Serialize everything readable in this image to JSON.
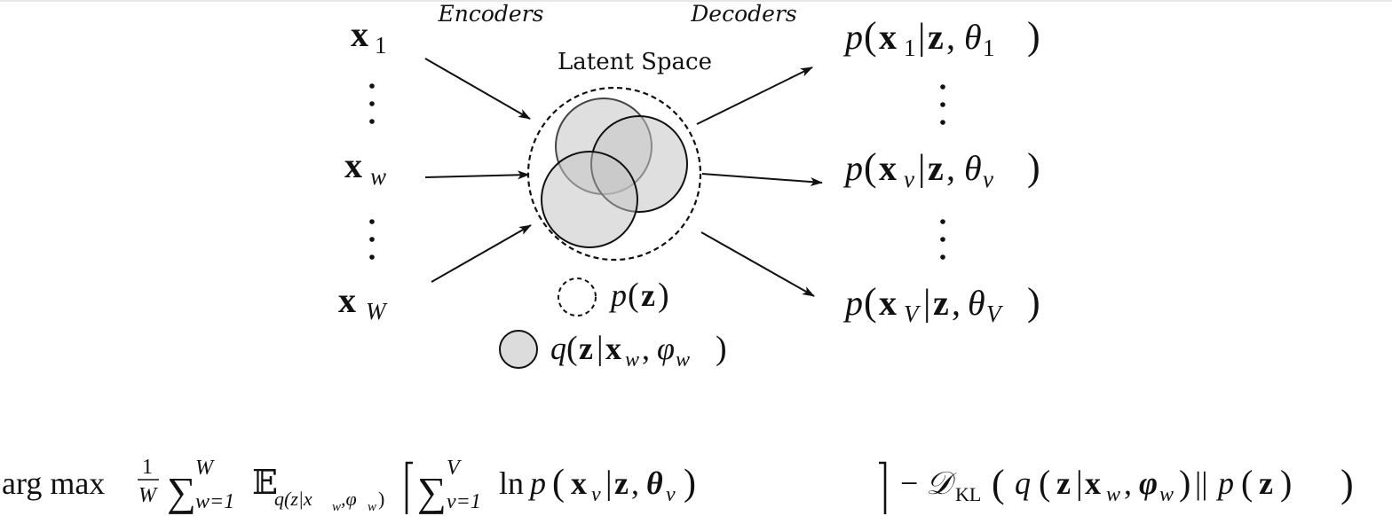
{
  "labels": {
    "encoders": "Encoders",
    "decoders": "Decoders",
    "latent_space": "Latent Space"
  },
  "inputs": [
    {
      "var": "x",
      "sub": "1"
    },
    {
      "var": "x",
      "sub": "w"
    },
    {
      "var": "x",
      "sub": "W"
    }
  ],
  "outputs": [
    {
      "p": "p",
      "var": "x",
      "sub": "1",
      "z": "z",
      "theta": "θ",
      "tsub": "1"
    },
    {
      "p": "p",
      "var": "x",
      "sub": "v",
      "z": "z",
      "theta": "θ",
      "tsub": "v"
    },
    {
      "p": "p",
      "var": "x",
      "sub": "V",
      "z": "z",
      "theta": "θ",
      "tsub": "V"
    }
  ],
  "legend": {
    "prior": {
      "p": "p",
      "z": "z"
    },
    "posterior": {
      "q": "q",
      "z": "z",
      "x": "x",
      "xsub": "w",
      "phi": "φ",
      "phisub": "w"
    }
  },
  "formula": {
    "argmax": "arg max",
    "frac_num": "1",
    "frac_den": "W",
    "sum1_sup": "W",
    "sum1_sub": "w=1",
    "E": "𝔼",
    "E_sub": "q(z|x",
    "E_sub_w": "w",
    "E_sub_phi": ",φ",
    "E_sub_phiw": "w",
    "E_sub_close": ")",
    "sum2_sup": "V",
    "sum2_sub": "v=1",
    "ln": "ln",
    "p": "p",
    "x": "x",
    "v": "v",
    "z": "z",
    "theta": "θ",
    "minus": "−",
    "D": "𝒟",
    "KL": "KL",
    "q": "q",
    "xw": "w",
    "phi": "φ",
    "phiw": "w",
    "pipes": "||"
  },
  "colors": {
    "ink": "#111111",
    "gaussian_fill": "#dcdcdc"
  }
}
